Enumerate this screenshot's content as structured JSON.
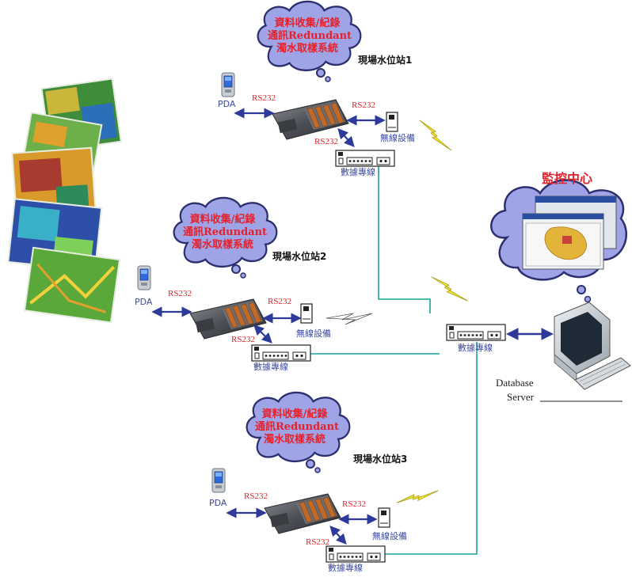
{
  "control_center": {
    "title": "監控中心"
  },
  "database": {
    "line1": "Database",
    "line2": "Server"
  },
  "hub_modem": {
    "label": "數據專線"
  },
  "sites": [
    {
      "name": "現場水位站1",
      "cloud_lines": [
        "資料收集/紀錄",
        "通訊Redundant",
        "濁水取樣系統"
      ],
      "pda": "PDA",
      "rs_left": "RS232",
      "rs_right": "RS232",
      "rs_down": "RS232",
      "wireless": "無線設備",
      "modem": "數據專線"
    },
    {
      "name": "現場水位站2",
      "cloud_lines": [
        "資料收集/紀錄",
        "通訊Redundant",
        "濁水取樣系統"
      ],
      "pda": "PDA",
      "rs_left": "RS232",
      "rs_right": "RS232",
      "rs_down": "RS232",
      "wireless": "無線設備",
      "modem": "數據專線"
    },
    {
      "name": "現場水位站3",
      "cloud_lines": [
        "資料收集/紀錄",
        "通訊Redundant",
        "濁水取樣系統"
      ],
      "pda": "PDA",
      "rs_left": "RS232",
      "rs_right": "RS232",
      "rs_down": "RS232",
      "wireless": "無線設備",
      "modem": "數據專線"
    }
  ],
  "colors": {
    "cloud_fill": "#9ea4e6",
    "cloud_stroke": "#2c2f6e",
    "arrow": "#2e3a9a",
    "link_line": "#1aa39a",
    "lightning": "#f5ec2a",
    "label_red": "#e8202a"
  }
}
